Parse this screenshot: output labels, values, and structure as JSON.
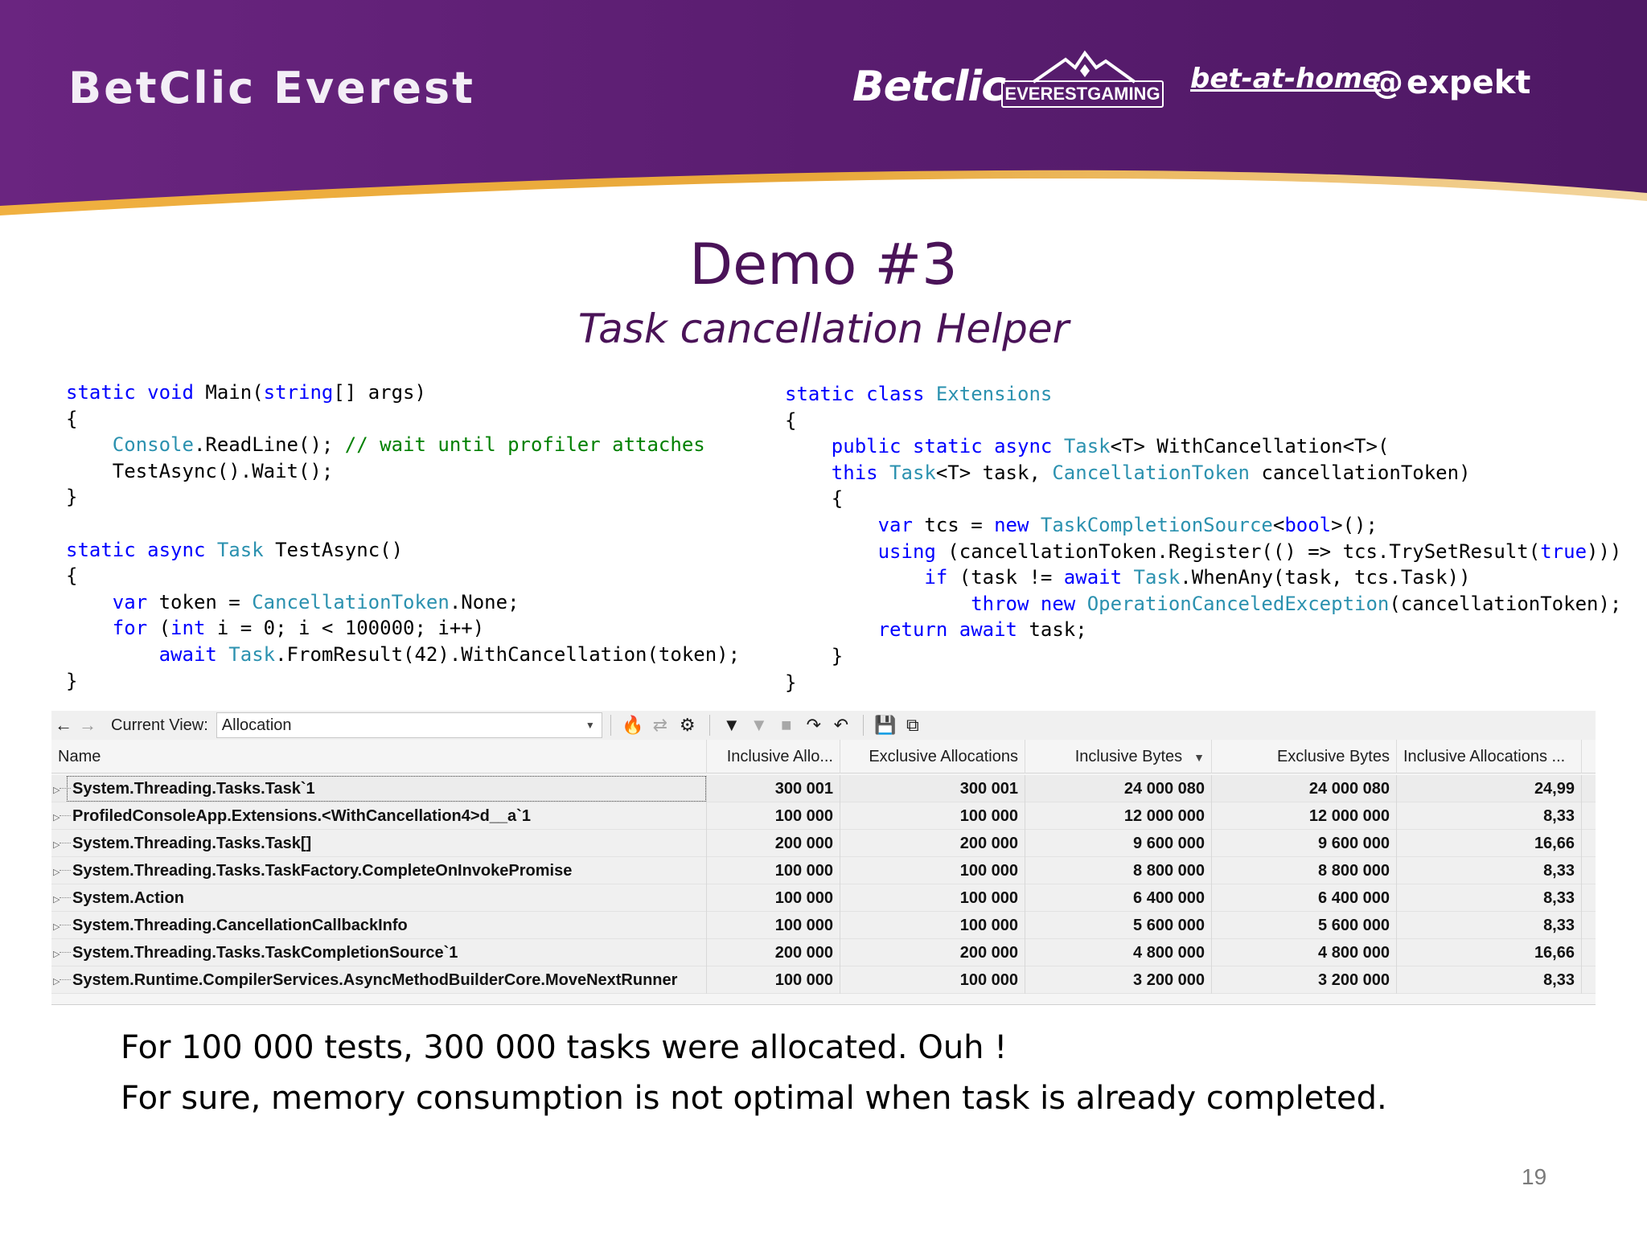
{
  "header": {
    "brand": "BetClic Everest",
    "logos": {
      "betclic": "Betclic",
      "everest": "EVERESTGAMING",
      "betathome": "bet-at-home",
      "expekt": "expekt"
    }
  },
  "slide": {
    "title": "Demo #3",
    "subtitle": "Task cancellation Helper",
    "page_number": "19"
  },
  "profiler": {
    "current_view_label": "Current View:",
    "current_view_value": "Allocation",
    "columns": {
      "name": "Name",
      "inclusive_allocations": "Inclusive Allo...",
      "exclusive_allocations": "Exclusive Allocations",
      "inclusive_bytes": "Inclusive Bytes",
      "exclusive_bytes": "Exclusive Bytes",
      "inclusive_allocations_pct": "Inclusive Allocations ..."
    },
    "rows": [
      {
        "name": "System.Threading.Tasks.Task`1",
        "incl_alloc": "300 001",
        "excl_alloc": "300 001",
        "incl_bytes": "24 000 080",
        "excl_bytes": "24 000 080",
        "pct": "24,99"
      },
      {
        "name": "ProfiledConsoleApp.Extensions.<WithCancellation4>d__a`1",
        "incl_alloc": "100 000",
        "excl_alloc": "100 000",
        "incl_bytes": "12 000 000",
        "excl_bytes": "12 000 000",
        "pct": "8,33"
      },
      {
        "name": "System.Threading.Tasks.Task[]",
        "incl_alloc": "200 000",
        "excl_alloc": "200 000",
        "incl_bytes": "9 600 000",
        "excl_bytes": "9 600 000",
        "pct": "16,66"
      },
      {
        "name": "System.Threading.Tasks.TaskFactory.CompleteOnInvokePromise",
        "incl_alloc": "100 000",
        "excl_alloc": "100 000",
        "incl_bytes": "8 800 000",
        "excl_bytes": "8 800 000",
        "pct": "8,33"
      },
      {
        "name": "System.Action",
        "incl_alloc": "100 000",
        "excl_alloc": "100 000",
        "incl_bytes": "6 400 000",
        "excl_bytes": "6 400 000",
        "pct": "8,33"
      },
      {
        "name": "System.Threading.CancellationCallbackInfo",
        "incl_alloc": "100 000",
        "excl_alloc": "100 000",
        "incl_bytes": "5 600 000",
        "excl_bytes": "5 600 000",
        "pct": "8,33"
      },
      {
        "name": "System.Threading.Tasks.TaskCompletionSource`1",
        "incl_alloc": "200 000",
        "excl_alloc": "200 000",
        "incl_bytes": "4 800 000",
        "excl_bytes": "4 800 000",
        "pct": "16,66"
      },
      {
        "name": "System.Runtime.CompilerServices.AsyncMethodBuilderCore.MoveNextRunner",
        "incl_alloc": "100 000",
        "excl_alloc": "100 000",
        "incl_bytes": "3 200 000",
        "excl_bytes": "3 200 000",
        "pct": "8,33"
      }
    ]
  },
  "notes": {
    "line1": "For 100 000 tests, 300 000 tasks were allocated. Ouh !",
    "line2": "For sure, memory consumption is not optimal when task is already completed."
  },
  "code": {
    "left": [
      [
        [
          "kw",
          "static "
        ],
        [
          "kw",
          "void "
        ],
        [
          "",
          "Main("
        ],
        [
          "kw",
          "string"
        ],
        [
          "",
          "[] args)"
        ]
      ],
      [
        [
          "",
          "{"
        ]
      ],
      [
        [
          "",
          "    "
        ],
        [
          "ty",
          "Console"
        ],
        [
          "",
          ".ReadLine(); "
        ],
        [
          "cm",
          "// wait until profiler attaches"
        ]
      ],
      [
        [
          "",
          "    TestAsync().Wait();"
        ]
      ],
      [
        [
          "",
          "}"
        ]
      ],
      [
        [
          "",
          ""
        ]
      ],
      [
        [
          "kw",
          "static "
        ],
        [
          "kw",
          "async "
        ],
        [
          "ty",
          "Task "
        ],
        [
          "",
          "TestAsync()"
        ]
      ],
      [
        [
          "",
          "{"
        ]
      ],
      [
        [
          "",
          "    "
        ],
        [
          "kw",
          "var "
        ],
        [
          "",
          "token = "
        ],
        [
          "ty",
          "CancellationToken"
        ],
        [
          "",
          ".None;"
        ]
      ],
      [
        [
          "",
          "    "
        ],
        [
          "kw",
          "for "
        ],
        [
          "",
          "("
        ],
        [
          "kw",
          "int "
        ],
        [
          "",
          "i = 0; i < 100000; i++)"
        ]
      ],
      [
        [
          "",
          "        "
        ],
        [
          "kw",
          "await "
        ],
        [
          "ty",
          "Task"
        ],
        [
          "",
          ".FromResult(42).WithCancellation(token);"
        ]
      ],
      [
        [
          "",
          "}"
        ]
      ]
    ],
    "right": [
      [
        [
          "kw",
          "static "
        ],
        [
          "kw",
          "class "
        ],
        [
          "ty",
          "Extensions"
        ]
      ],
      [
        [
          "",
          "{"
        ]
      ],
      [
        [
          "",
          "    "
        ],
        [
          "kw",
          "public "
        ],
        [
          "kw",
          "static "
        ],
        [
          "kw",
          "async "
        ],
        [
          "ty",
          "Task"
        ],
        [
          "",
          "<T> WithCancellation<T>("
        ]
      ],
      [
        [
          "",
          "    "
        ],
        [
          "kw",
          "this "
        ],
        [
          "ty",
          "Task"
        ],
        [
          "",
          "<T> task, "
        ],
        [
          "ty",
          "CancellationToken "
        ],
        [
          "",
          "cancellationToken)"
        ]
      ],
      [
        [
          "",
          "    {"
        ]
      ],
      [
        [
          "",
          "        "
        ],
        [
          "kw",
          "var "
        ],
        [
          "",
          "tcs = "
        ],
        [
          "kw",
          "new "
        ],
        [
          "ty",
          "TaskCompletionSource"
        ],
        [
          "",
          "<"
        ],
        [
          "kw",
          "bool"
        ],
        [
          "",
          ">();"
        ]
      ],
      [
        [
          "",
          "        "
        ],
        [
          "kw",
          "using "
        ],
        [
          "",
          "(cancellationToken.Register(() => tcs.TrySetResult("
        ],
        [
          "kw",
          "true"
        ],
        [
          "",
          ")))"
        ]
      ],
      [
        [
          "",
          "            "
        ],
        [
          "kw",
          "if "
        ],
        [
          "",
          "(task != "
        ],
        [
          "kw",
          "await "
        ],
        [
          "ty",
          "Task"
        ],
        [
          "",
          ".WhenAny(task, tcs.Task))"
        ]
      ],
      [
        [
          "",
          "                "
        ],
        [
          "kw",
          "throw "
        ],
        [
          "kw",
          "new "
        ],
        [
          "ty",
          "OperationCanceledException"
        ],
        [
          "",
          "(cancellationToken);"
        ]
      ],
      [
        [
          "",
          "        "
        ],
        [
          "kw",
          "return "
        ],
        [
          "kw",
          "await "
        ],
        [
          "",
          "task;"
        ]
      ],
      [
        [
          "",
          "    }"
        ]
      ],
      [
        [
          "",
          "}"
        ]
      ]
    ]
  },
  "colors": {
    "banner_purple": "#5e1d72",
    "banner_purple_light": "#7c3a92",
    "banner_gold": "#e6a23c",
    "title": "#4a1358",
    "keyword": "#0000ff",
    "type": "#2b91af",
    "comment": "#008000"
  },
  "icons": [
    "back-arrow-icon",
    "forward-arrow-icon",
    "flame-icon",
    "hot-path-icon",
    "gear-icon",
    "filter-icon",
    "filter-clear-icon",
    "stop-icon",
    "filter-expand-icon",
    "filter-collapse-icon",
    "save-icon",
    "compare-icon"
  ]
}
